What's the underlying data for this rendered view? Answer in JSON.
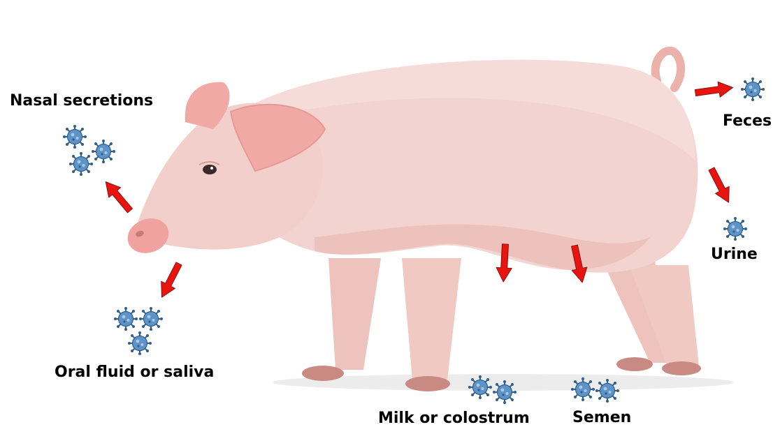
{
  "labels": {
    "nasal": "Nasal secretions",
    "oral": "Oral fluid or saliva",
    "milk": "Milk or colostrum",
    "semen": "Semen",
    "urine": "Urine",
    "feces": "Feces"
  },
  "colors": {
    "pig_body": "#f3d3cf",
    "pig_shade": "#e7b5ae",
    "pig_ear": "#f0a9a5",
    "snout": "#f0a2a0",
    "arrow": "#e8140f",
    "arrow_outline": "#8f0c0a",
    "virus": "#5d93c6",
    "virus_dark": "#2f5f8f",
    "background": "#ffffff"
  },
  "icons": {
    "virus": "virus-icon",
    "arrow": "red-arrow-icon"
  }
}
